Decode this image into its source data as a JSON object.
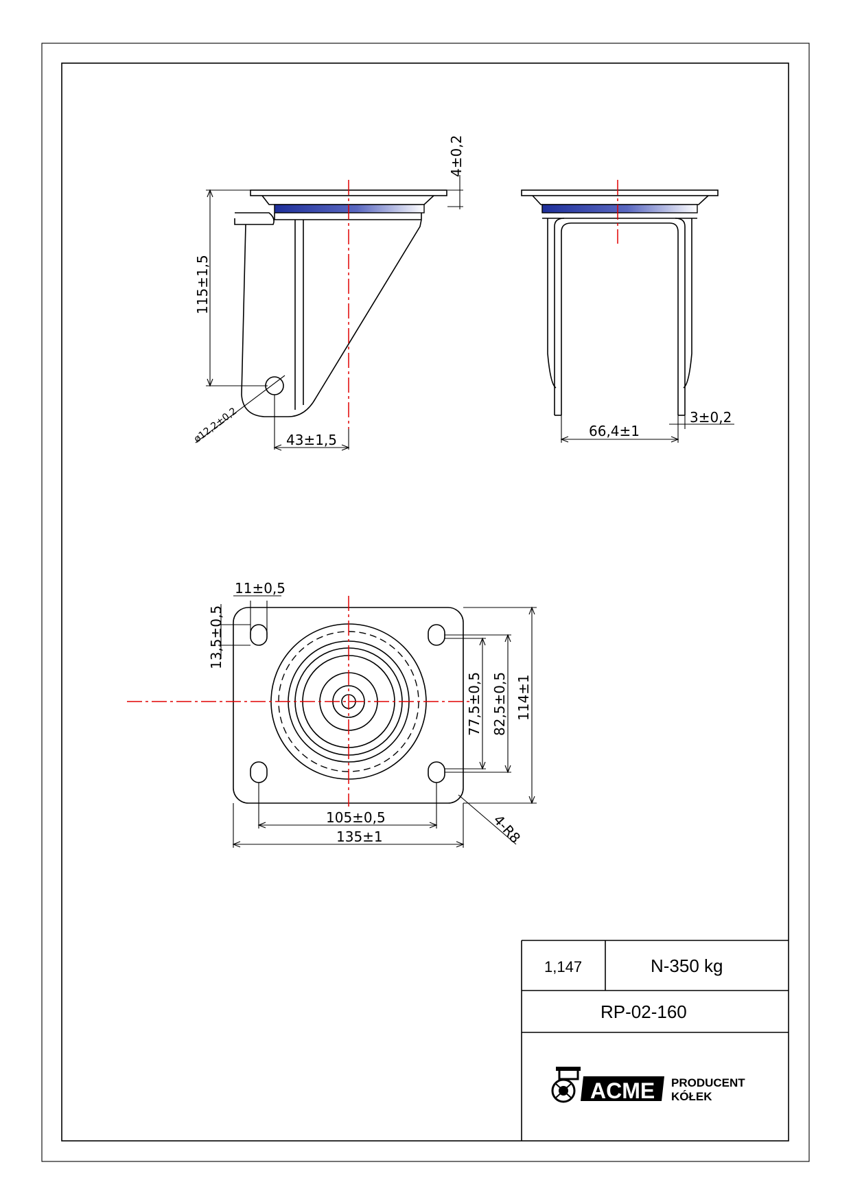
{
  "dimensions": {
    "side_plate_thickness": "4±0,2",
    "side_height": "115±1,5",
    "side_hole_diameter": "ø12,2±0,2",
    "side_offset": "43±1,5",
    "front_inner_width": "66,4±1",
    "front_wall": "3±0,2",
    "top_slot_width": "11±0,5",
    "top_slot_length": "13,5±0,5",
    "top_hole_spacing_inner": "77,5±0,5",
    "top_hole_spacing_outer": "82,5±0,5",
    "top_plate_height": "114±1",
    "top_hole_spacing_x": "105±0,5",
    "top_plate_width": "135±1",
    "corner_radius": "4-R8"
  },
  "title_block": {
    "scale": "1,147",
    "load": "N-350 kg",
    "part_number": "RP-02-160"
  },
  "logo": {
    "brand": "ACME",
    "line1": "PRODUCENT",
    "line2": "KÓŁEK"
  },
  "colors": {
    "center_line": "#e00000",
    "bearing_blue": "#1e2f9a"
  }
}
